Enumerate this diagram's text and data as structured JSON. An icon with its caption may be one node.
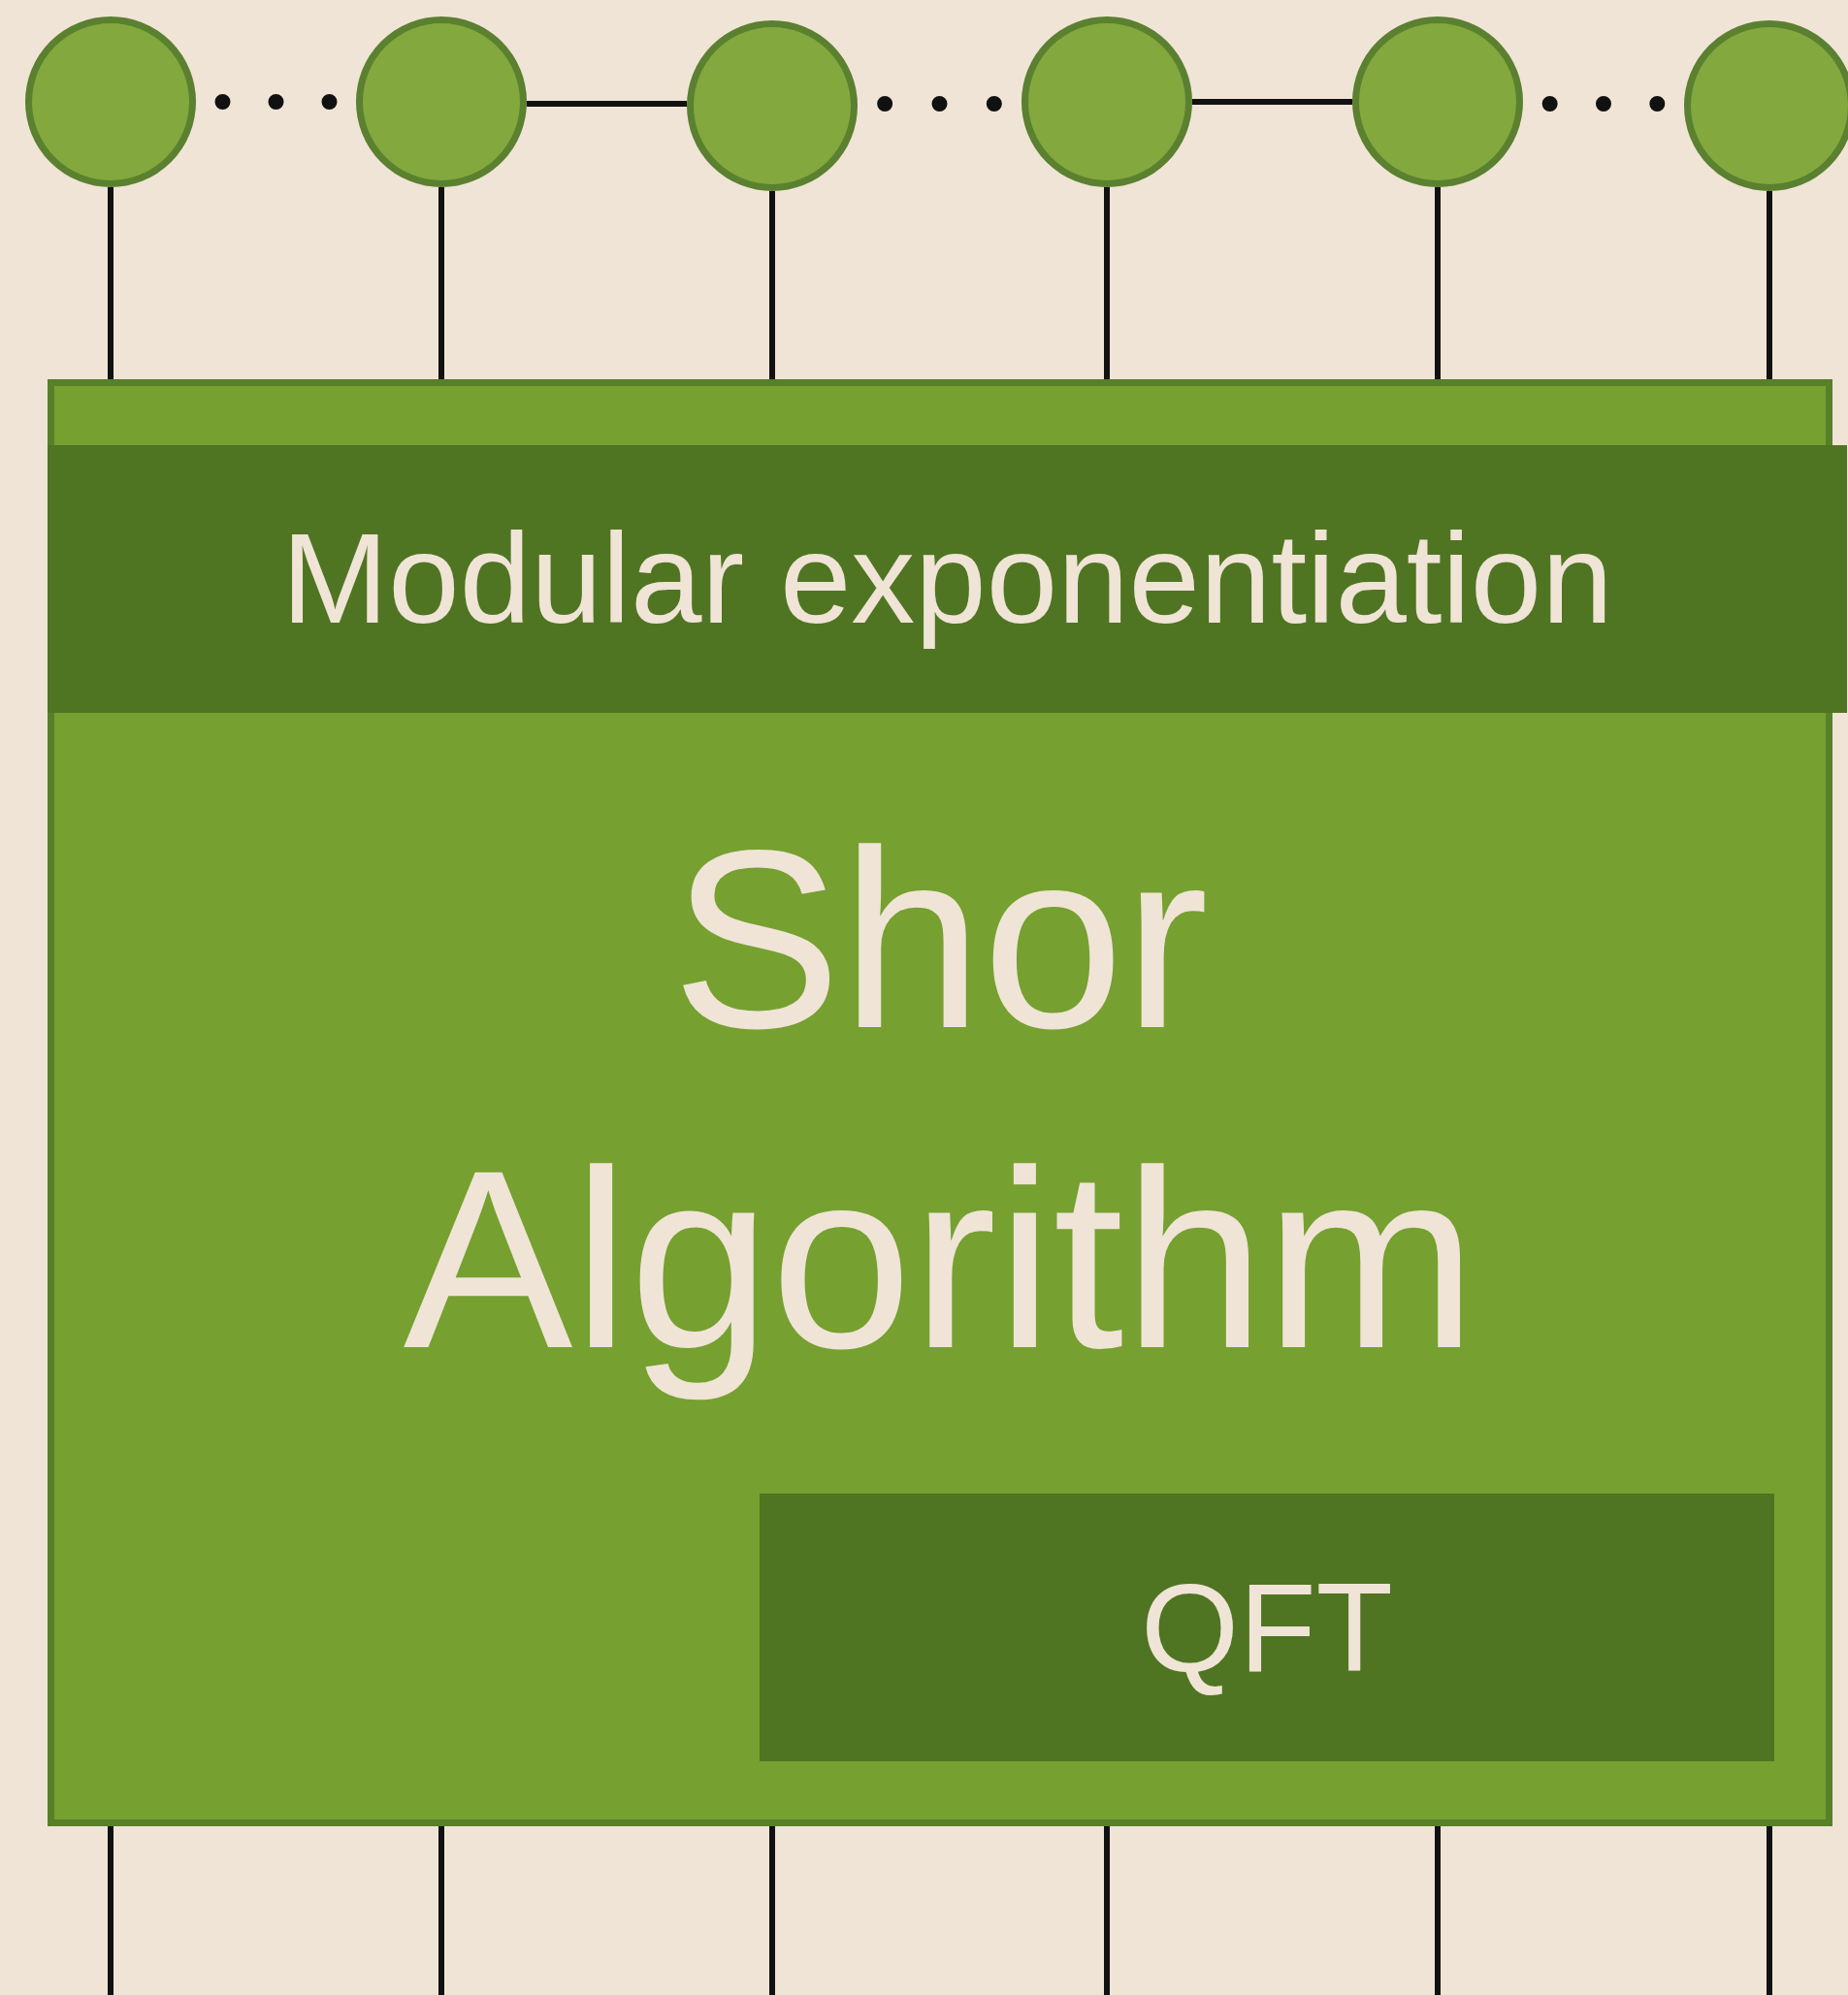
{
  "diagram": {
    "nodes": [
      {
        "text": [],
        "shape": "circle"
      },
      {
        "text": [],
        "shape": "circle"
      },
      {
        "text": [],
        "shape": "circle"
      },
      {
        "text": [],
        "shape": "circle"
      },
      {
        "text": [],
        "shape": "circle"
      },
      {
        "text": [],
        "shape": "circle"
      },
      {
        "text": [
          "Shor Algorithm"
        ]
      },
      {
        "text": [
          "Modular exponentiation"
        ],
        "in": 6
      },
      {
        "text": [
          "QFT"
        ],
        "in": 6
      }
    ],
    "edges": [
      {
        "from": 0,
        "to": 1,
        "arrow": "none",
        "style": "dashed"
      },
      {
        "from": 1,
        "to": 2,
        "arrow": "none"
      },
      {
        "from": 2,
        "to": 3,
        "arrow": "none",
        "style": "dashed"
      },
      {
        "from": 3,
        "to": 4,
        "arrow": "none"
      },
      {
        "from": 4,
        "to": 5,
        "arrow": "none",
        "style": "dashed"
      },
      {
        "from": 0,
        "to": 6,
        "arrow": "none"
      },
      {
        "from": 1,
        "to": 6,
        "arrow": "none"
      },
      {
        "from": 2,
        "to": 6,
        "arrow": "none"
      },
      {
        "from": 3,
        "to": 6,
        "arrow": "none"
      },
      {
        "from": 4,
        "to": 6,
        "arrow": "none"
      },
      {
        "from": 5,
        "to": 6,
        "arrow": "none"
      },
      {
        "from": 6,
        "to": null,
        "arrow": "none"
      },
      {
        "from": 6,
        "to": null,
        "arrow": "none"
      },
      {
        "from": 6,
        "to": null,
        "arrow": "none"
      },
      {
        "from": 6,
        "to": null,
        "arrow": "none"
      },
      {
        "from": 6,
        "to": null,
        "arrow": "none"
      },
      {
        "from": 6,
        "to": null,
        "arrow": "none"
      }
    ]
  }
}
